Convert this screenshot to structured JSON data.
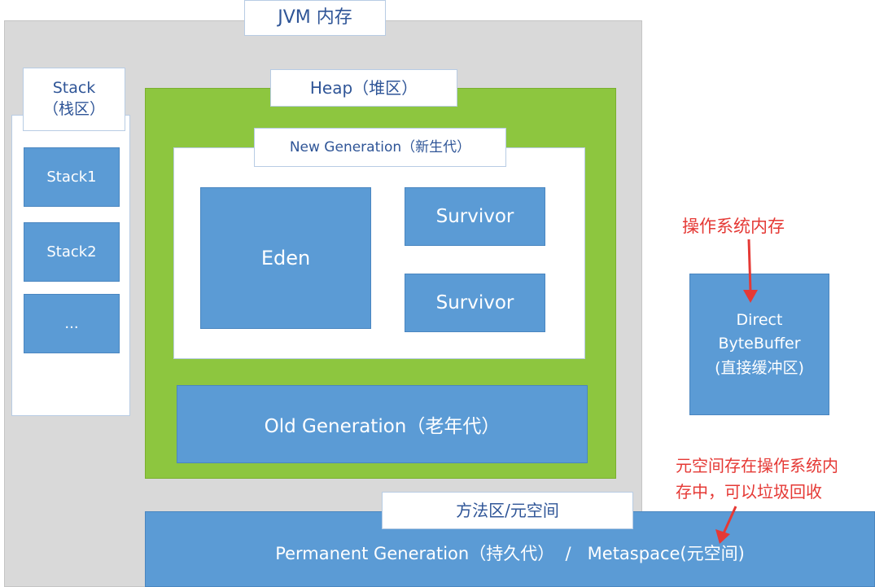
{
  "colors": {
    "jvm_bg": "#d9d9d9",
    "heap_green": "#8dc63f",
    "block_blue": "#5b9bd5",
    "annotation_red": "#e53935"
  },
  "jvm": {
    "title": "JVM 内存"
  },
  "stack": {
    "title_line1": "Stack",
    "title_line2": "（栈区）",
    "items": [
      "Stack1",
      "Stack2",
      "..."
    ]
  },
  "heap": {
    "title": "Heap（堆区）",
    "new_generation": {
      "title": "New Generation（新生代）",
      "eden": "Eden",
      "survivor1": "Survivor",
      "survivor2": "Survivor"
    },
    "old_generation": "Old Generation（老年代）"
  },
  "direct": {
    "line1": "Direct",
    "line2": "ByteBuffer",
    "line3": "(直接缓冲区)",
    "annotation": "操作系统内存"
  },
  "metaspace": {
    "tab": "方法区/元空间",
    "label": "Permanent Generation（持久代）  /   Metaspace(元空间)",
    "annotation_line1": "元空间存在操作系统内",
    "annotation_line2": "存中，可以垃圾回收"
  }
}
